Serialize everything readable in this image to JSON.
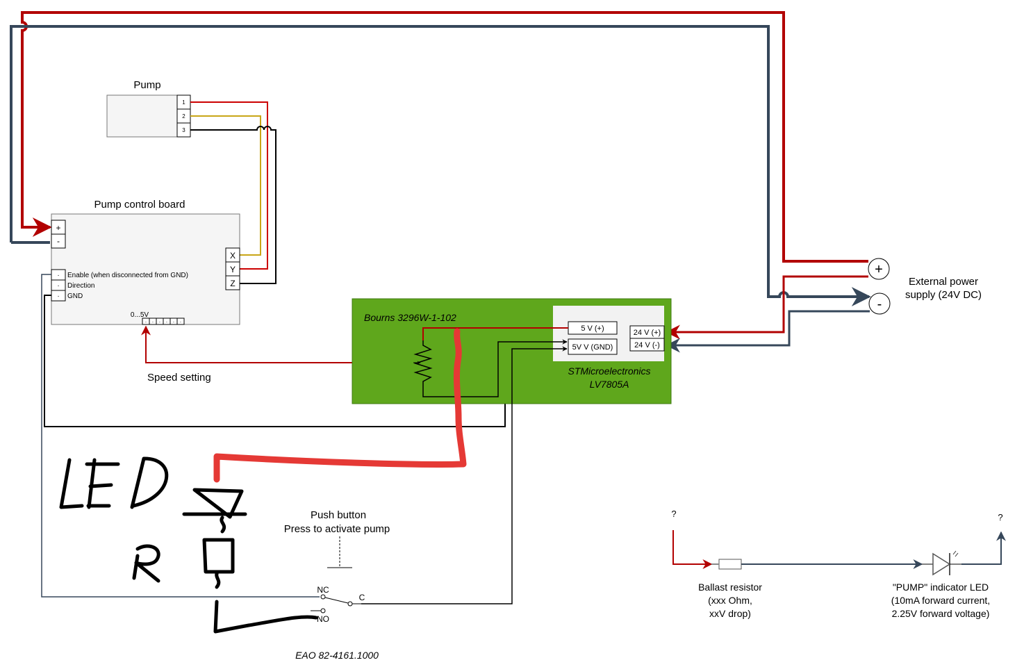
{
  "colors": {
    "power_positive": "#b20000",
    "power_negative": "#36475a",
    "wire_yellow": "#c8a516",
    "wire_black": "#000000",
    "board_green": "#5fa71c",
    "regulator_bg": "#f2f2f2",
    "component_fill": "#f5f5f5",
    "annotation_red": "#e53935"
  },
  "pump": {
    "title": "Pump",
    "pins": [
      "1",
      "2",
      "3"
    ]
  },
  "control_board": {
    "title": "Pump control board",
    "power_pins": [
      "+",
      "-"
    ],
    "motor_pins": [
      "X",
      "Y",
      "Z"
    ],
    "io_pins": [
      {
        "pin": "·",
        "label": "Enable (when disconnected from GND)"
      },
      {
        "pin": "·",
        "label": "Direction"
      },
      {
        "pin": "·",
        "label": "GND"
      }
    ],
    "analog_label": "0...5V",
    "analog_pins": [
      "·",
      "·",
      "·",
      "·",
      "·",
      "·"
    ]
  },
  "speed_setting": {
    "label": "Speed setting"
  },
  "potentiometer_board": {
    "pot_label": "Bourns 3296W-1-102",
    "regulator": {
      "name_line1": "STMicroelectronics",
      "name_line2": "LV7805A",
      "out_pos": "5 V (+)",
      "out_gnd": "5V V (GND)",
      "in_pos": "24 V (+)",
      "in_neg": "24 V (-)"
    }
  },
  "power_supply": {
    "plus_symbol": "+",
    "minus_symbol": "-",
    "label_line1": "External power",
    "label_line2": "supply (24V DC)"
  },
  "push_button": {
    "label_line1": "Push button",
    "label_line2": "Press to activate pump",
    "nc": "NC",
    "c": "C",
    "no": "NO",
    "part_number": "EAO  82-4161.1000"
  },
  "handwritten": {
    "led": "LED",
    "r": "R"
  },
  "indicator_circuit": {
    "input_unknown": "?",
    "output_unknown": "?",
    "resistor_label": [
      "Ballast resistor",
      "(xxx Ohm,",
      "xxV drop)"
    ],
    "led_label": [
      "\"PUMP\" indicator LED",
      "(10mA forward current,",
      "2.25V forward voltage)"
    ]
  }
}
